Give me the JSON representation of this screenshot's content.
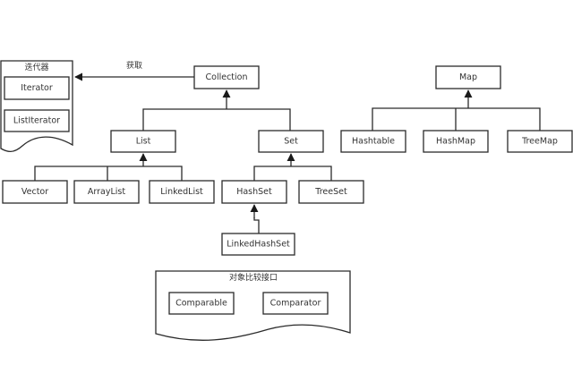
{
  "diagram": {
    "iterator_group": {
      "title": "迭代器",
      "items": [
        "Iterator",
        "ListIterator"
      ]
    },
    "get_edge_label": "获取",
    "collection": {
      "root": "Collection",
      "list": {
        "name": "List",
        "children": [
          "Vector",
          "ArrayList",
          "LinkedList"
        ]
      },
      "set": {
        "name": "Set",
        "children": [
          "HashSet",
          "TreeSet"
        ],
        "hashset_child": "LinkedHashSet"
      }
    },
    "map": {
      "root": "Map",
      "children": [
        "Hashtable",
        "HashMap",
        "TreeMap"
      ]
    },
    "comparator_group": {
      "title": "对象比较接口",
      "items": [
        "Comparable",
        "Comparator"
      ]
    }
  }
}
